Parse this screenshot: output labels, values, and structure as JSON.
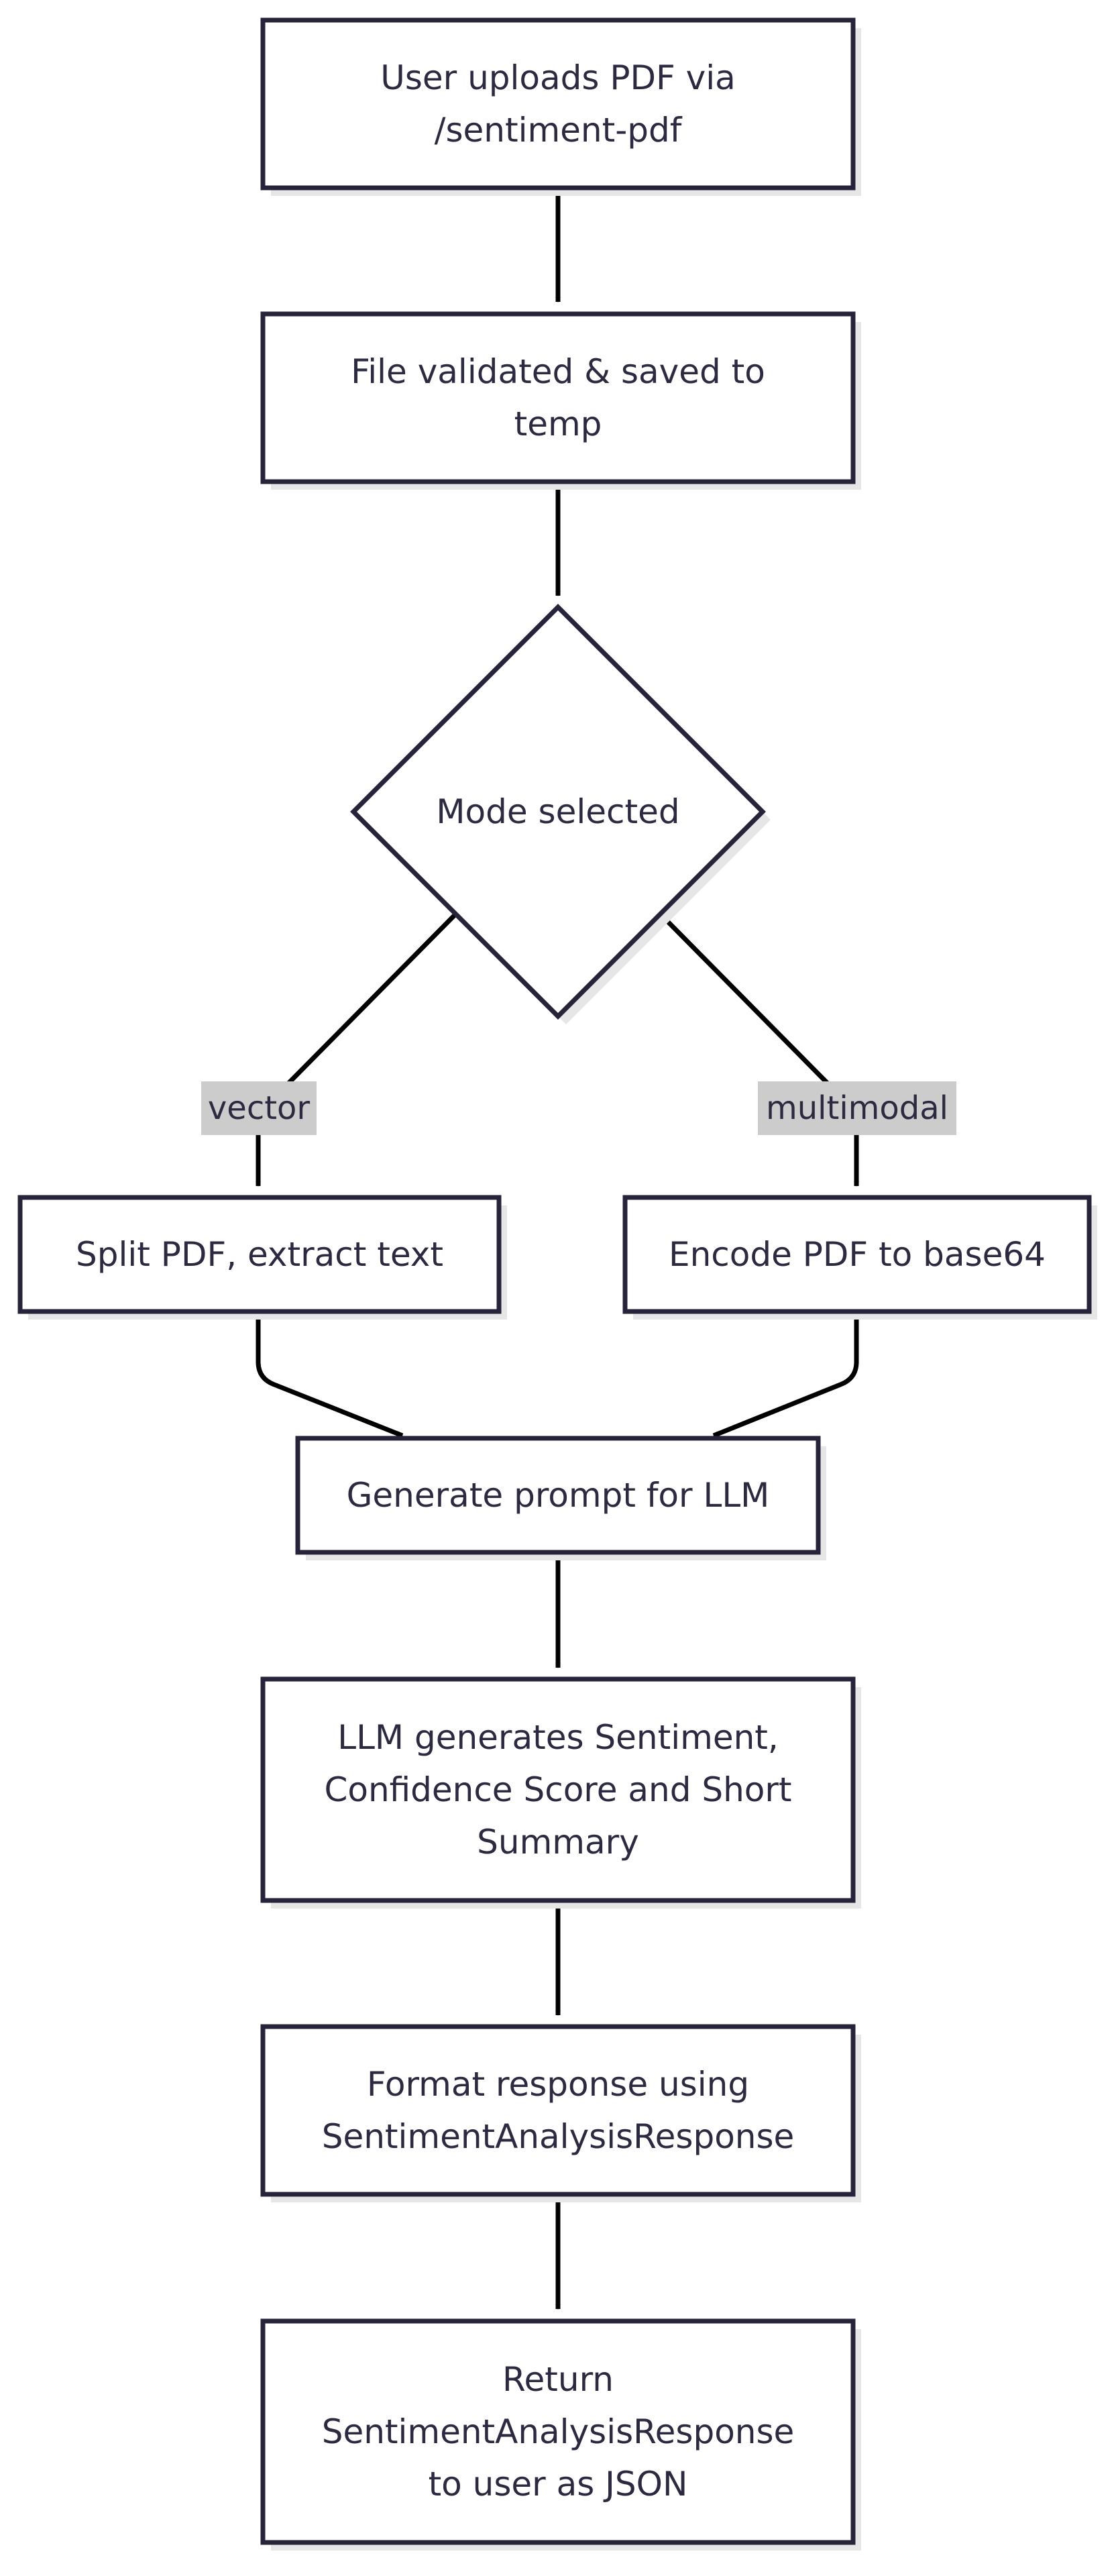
{
  "diagram": {
    "type": "flowchart",
    "colors": {
      "stroke": "#26233a",
      "text": "#2b2a40",
      "node_fill": "#ffffff",
      "shadow": "#e6e6e6",
      "label_bg": "#cccccc",
      "edge": "#000000"
    },
    "nodes": [
      {
        "id": "upload",
        "shape": "rect",
        "lines": [
          "User uploads PDF via",
          "/sentiment-pdf"
        ]
      },
      {
        "id": "validate",
        "shape": "rect",
        "lines": [
          "File validated & saved to",
          "temp"
        ]
      },
      {
        "id": "mode",
        "shape": "diamond",
        "lines": [
          "Mode selected"
        ]
      },
      {
        "id": "split",
        "shape": "rect",
        "lines": [
          "Split PDF, extract text"
        ]
      },
      {
        "id": "encode",
        "shape": "rect",
        "lines": [
          "Encode PDF to base64"
        ]
      },
      {
        "id": "prompt",
        "shape": "rect",
        "lines": [
          "Generate prompt for LLM"
        ]
      },
      {
        "id": "llm",
        "shape": "rect",
        "lines": [
          "LLM generates Sentiment,",
          "Confidence Score and Short",
          "Summary"
        ]
      },
      {
        "id": "format",
        "shape": "rect",
        "lines": [
          "Format response using",
          "SentimentAnalysisResponse"
        ]
      },
      {
        "id": "return",
        "shape": "rect",
        "lines": [
          "Return",
          "SentimentAnalysisResponse",
          "to user as JSON"
        ]
      }
    ],
    "edges": [
      {
        "from": "upload",
        "to": "validate",
        "label": ""
      },
      {
        "from": "validate",
        "to": "mode",
        "label": ""
      },
      {
        "from": "mode",
        "to": "split",
        "label": "vector"
      },
      {
        "from": "mode",
        "to": "encode",
        "label": "multimodal"
      },
      {
        "from": "split",
        "to": "prompt",
        "label": ""
      },
      {
        "from": "encode",
        "to": "prompt",
        "label": ""
      },
      {
        "from": "prompt",
        "to": "llm",
        "label": ""
      },
      {
        "from": "llm",
        "to": "format",
        "label": ""
      },
      {
        "from": "format",
        "to": "return",
        "label": ""
      }
    ]
  }
}
